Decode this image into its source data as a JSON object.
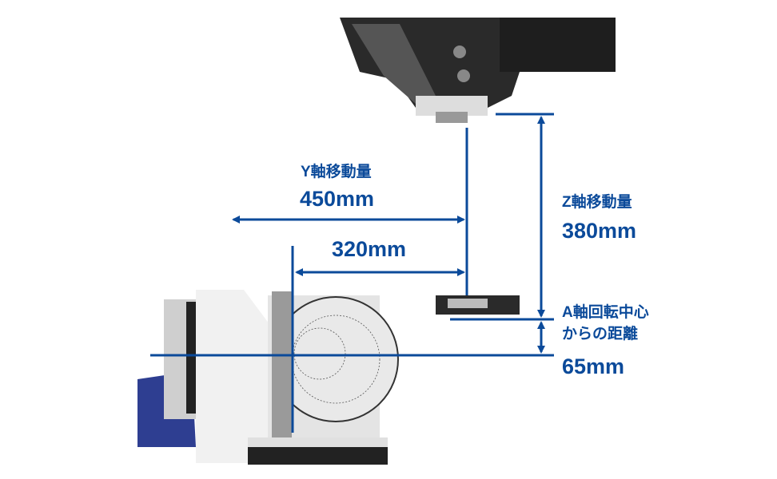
{
  "colors": {
    "accent": "#0b4a9a",
    "machine_dark": "#2a2a2a",
    "machine_light": "#eeeeee",
    "blue_cover": "#2e3e91"
  },
  "labels": {
    "y_axis_title": "Y軸移動量",
    "y_axis_value": "450mm",
    "y_partial_value": "320mm",
    "z_axis_title": "Z軸移動量",
    "z_axis_value": "380mm",
    "a_center_line1": "A軸回転中心",
    "a_center_line2": "からの距離",
    "a_center_value": "65mm"
  }
}
